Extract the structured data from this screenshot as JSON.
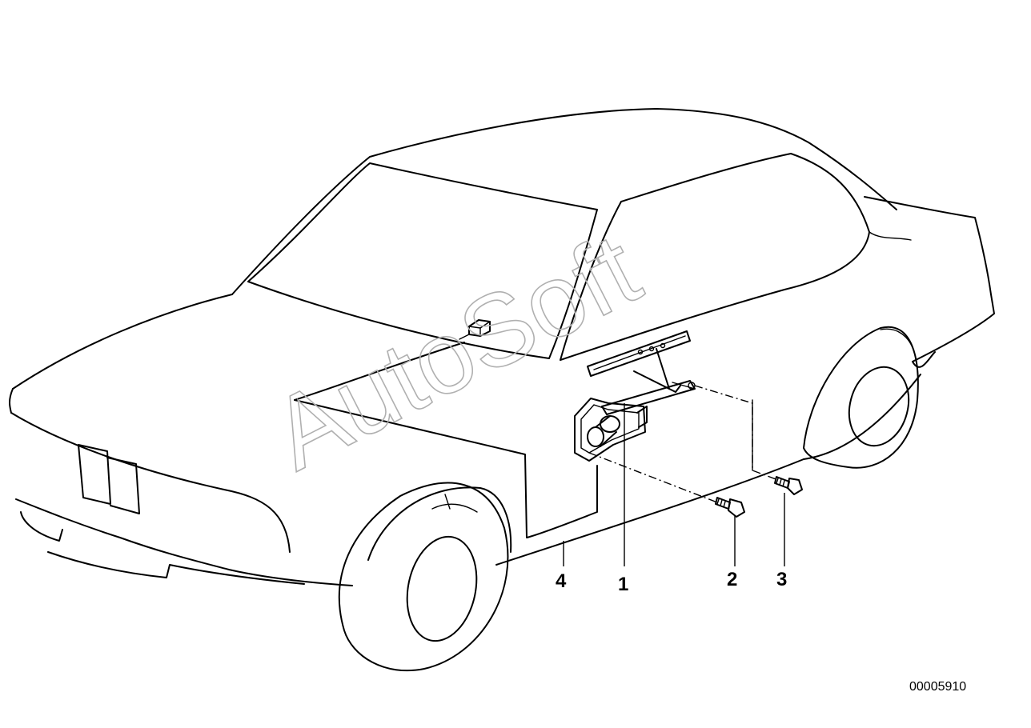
{
  "diagram": {
    "callouts": [
      {
        "id": "4",
        "label": "4"
      },
      {
        "id": "1",
        "label": "1"
      },
      {
        "id": "2",
        "label": "2"
      },
      {
        "id": "3",
        "label": "3"
      }
    ],
    "document_number": "00005910",
    "watermark": "AutoSoft",
    "colors": {
      "line": "#000000",
      "watermark": "#b0b0b0",
      "background": "#ffffff"
    }
  }
}
